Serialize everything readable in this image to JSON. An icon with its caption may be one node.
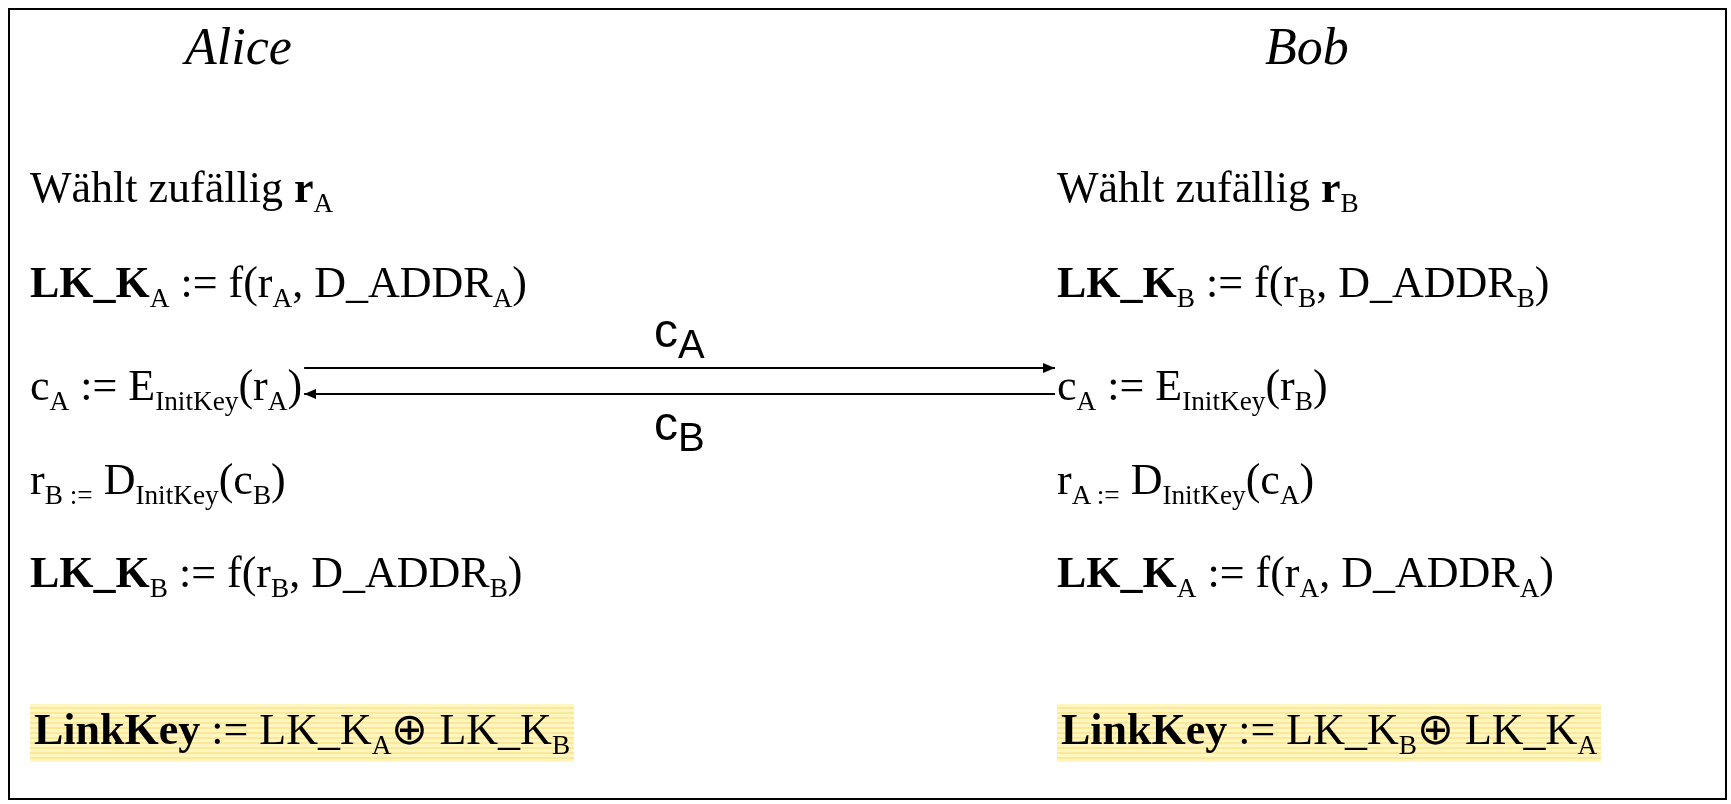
{
  "diagram": {
    "nodes": [
      {
        "text": [
          "c$_{A}$ := E$_{InitKey}$(r$_{A}$)"
        ]
      },
      {
        "text": [
          "c$_{A}$ := E$_{InitKey}$(r$_{B}$)"
        ]
      }
    ],
    "edges": [
      {
        "from": 0,
        "to": 1,
        "arrow": "to",
        "label": "c$_{A}$"
      },
      {
        "from": 1,
        "to": 0,
        "arrow": "to",
        "label": "c$_{B}$"
      }
    ],
    "labels": [
      "Alice",
      "Bob",
      "Wählt zufällig **r**$_{A}$",
      "Wählt zufällig **r**$_{B}$",
      "**LK_K**$_{A}$ := f(r$_{A}$, D_ADDR$_{A}$)",
      "**LK_K**$_{B}$ := f(r$_{B}$, D_ADDR$_{B}$)",
      "r$_{B :=}$ D$_{InitKey}$(c$_{B}$)",
      "r$_{A :=}$ D$_{InitKey}$(c$_{A}$)",
      "**LK_K**$_{B}$ := f(r$_{B}$, D_ADDR$_{B}$)",
      "**LK_K**$_{A}$ := f(r$_{A}$, D_ADDR$_{A}$)",
      "**LinkKey** := LK_K$_{A}$⊕ LK_K$_{B}$",
      "**LinkKey** := LK_K$_{B}$⊕ LK_K$_{A}$"
    ]
  }
}
